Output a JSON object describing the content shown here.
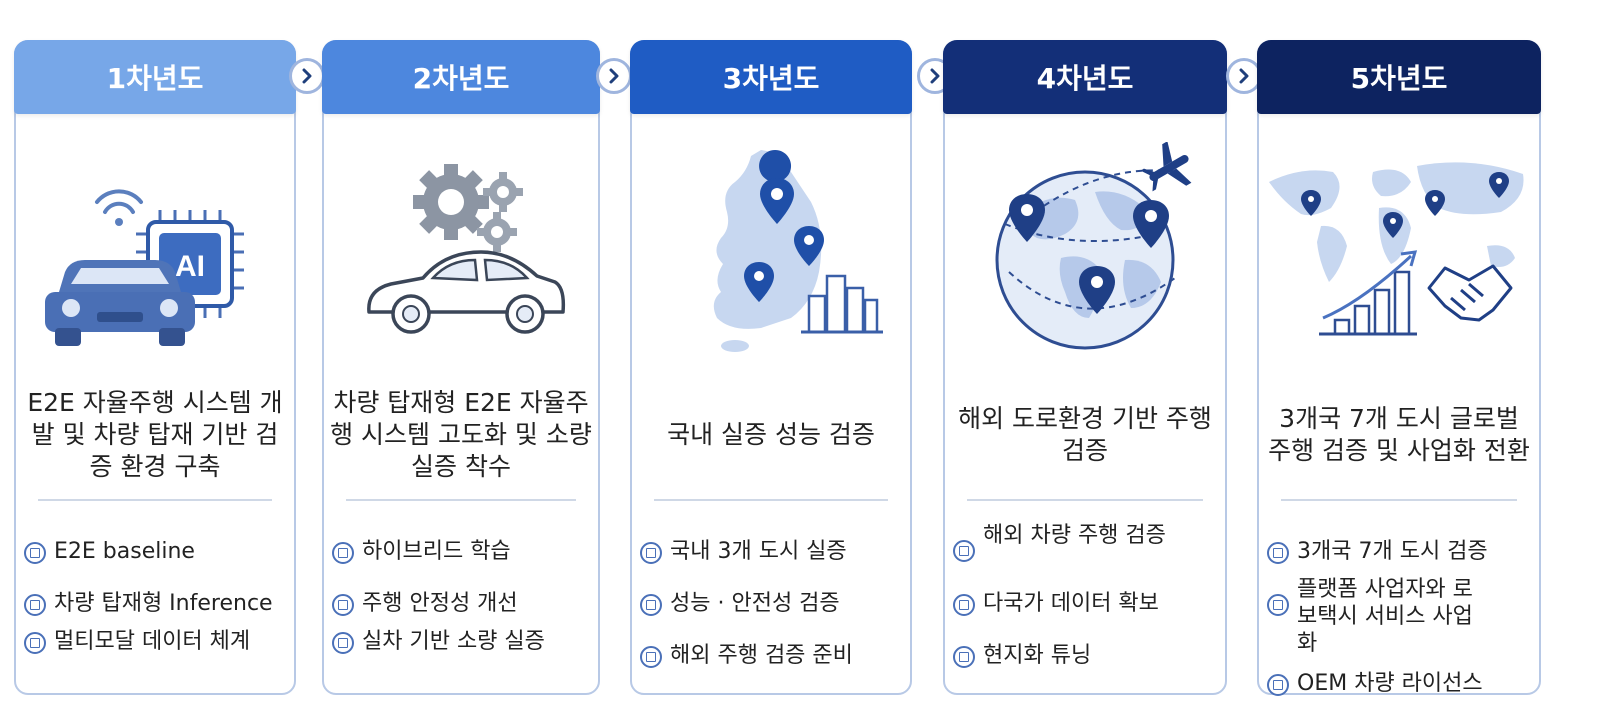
{
  "colors": {
    "year1": "#77a7e8",
    "year2": "#4d87de",
    "year3": "#1f5cc4",
    "year4": "#132f78",
    "year5": "#0d2360",
    "bullet": "#4a70b8"
  },
  "stages": [
    {
      "year": "1차년도",
      "title": "E2E 자율주행 시스템 개발 및 차량 탑재 기반 검증 환경 구축",
      "icon": "car-ai-chip-icon",
      "chip_label": "AI",
      "items": [
        "E2E baseline",
        "차량 탑재형 Inference",
        "멀티모달 데이터 체계"
      ]
    },
    {
      "year": "2차년도",
      "title": "차량 탑재형 E2E 자율주행 시스템 고도화 및 소량 실증 착수",
      "icon": "car-gears-icon",
      "items": [
        "하이브리드 학습",
        "주행 안정성 개선",
        "실차 기반 소량 실증"
      ]
    },
    {
      "year": "3차년도",
      "title": "국내 실증 성능 검증",
      "icon": "korea-map-pins-icon",
      "items": [
        "국내 3개 도시 실증",
        "성능 · 안전성 검증",
        "해외 주행 검증 준비"
      ]
    },
    {
      "year": "4차년도",
      "title": "해외 도로환경 기반 주행 검증",
      "icon": "globe-airplane-icon",
      "items": [
        "해외 차량 주행 검증",
        "다국가 데이터 확보",
        "현지화 튜닝"
      ]
    },
    {
      "year": "5차년도",
      "title": "3개국 7개 도시 글로벌 주행 검증 및 사업화 전환",
      "icon": "world-map-growth-handshake-icon",
      "items": [
        "3개국 7개 도시 검증",
        "플랫폼 사업자와 로보택시 서비스 사업화",
        "OEM 차량 라이선스"
      ]
    }
  ]
}
